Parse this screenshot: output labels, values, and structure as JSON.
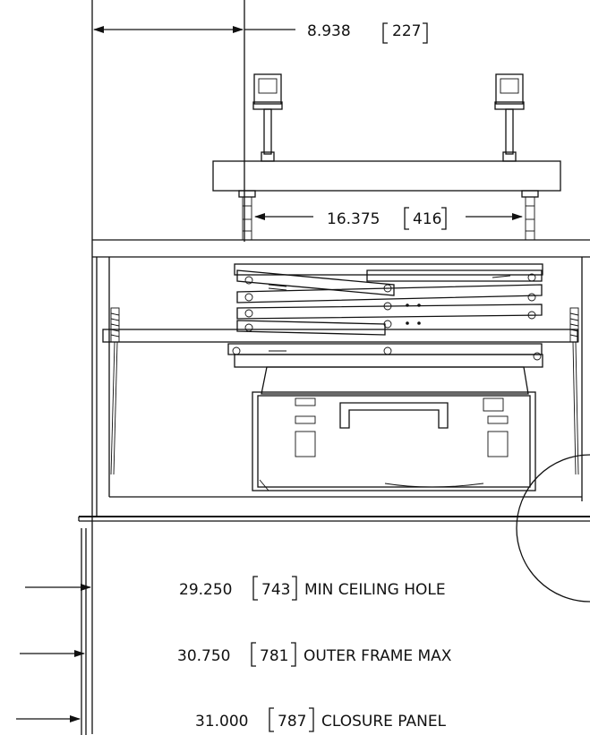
{
  "dimensions": {
    "top_offset": {
      "value": "8.938",
      "metric": "227"
    },
    "bolt_spacing": {
      "value": "16.375",
      "metric": "416"
    },
    "ceiling_hole": {
      "value": "29.250",
      "metric": "743",
      "label": "MIN CEILING HOLE"
    },
    "outer_frame": {
      "value": "30.750",
      "metric": "781",
      "label": "OUTER FRAME MAX"
    },
    "closure_panel": {
      "value": "31.000",
      "metric": "787",
      "label": "CLOSURE PANEL"
    }
  }
}
